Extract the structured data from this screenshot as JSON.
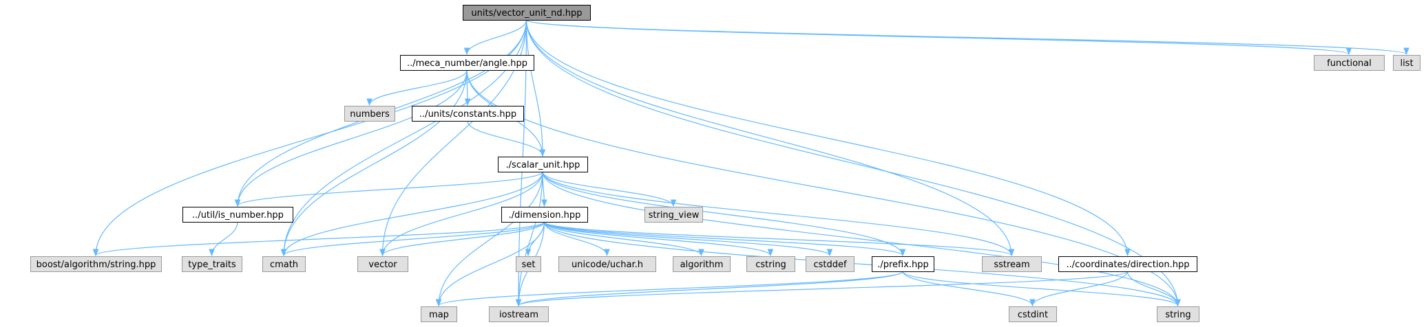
{
  "graph": {
    "colors": {
      "root_fill": "#999999",
      "project_fill": "#ffffff",
      "system_fill": "#e0e0e0",
      "border_dark": "#000000",
      "border_light": "#999999",
      "edge": "#63b8ff"
    },
    "nodes": [
      {
        "id": "vector_unit_nd",
        "label": "units/vector_unit_nd.hpp",
        "kind": "root"
      },
      {
        "id": "angle",
        "label": "../meca_number/angle.hpp",
        "kind": "project"
      },
      {
        "id": "functional",
        "label": "functional",
        "kind": "system"
      },
      {
        "id": "list",
        "label": "list",
        "kind": "system"
      },
      {
        "id": "numbers",
        "label": "numbers",
        "kind": "system"
      },
      {
        "id": "constants",
        "label": "../units/constants.hpp",
        "kind": "project"
      },
      {
        "id": "scalar_unit",
        "label": "./scalar_unit.hpp",
        "kind": "project"
      },
      {
        "id": "is_number",
        "label": "../util/is_number.hpp",
        "kind": "project"
      },
      {
        "id": "string_view",
        "label": "string_view",
        "kind": "system"
      },
      {
        "id": "dimension",
        "label": "./dimension.hpp",
        "kind": "project"
      },
      {
        "id": "boost_string",
        "label": "boost/algorithm/string.hpp",
        "kind": "system"
      },
      {
        "id": "type_traits",
        "label": "type_traits",
        "kind": "system"
      },
      {
        "id": "cmath",
        "label": "cmath",
        "kind": "system"
      },
      {
        "id": "vector",
        "label": "vector",
        "kind": "system"
      },
      {
        "id": "set",
        "label": "set",
        "kind": "system"
      },
      {
        "id": "uchar",
        "label": "unicode/uchar.h",
        "kind": "system"
      },
      {
        "id": "algorithm",
        "label": "algorithm",
        "kind": "system"
      },
      {
        "id": "cstring",
        "label": "cstring",
        "kind": "system"
      },
      {
        "id": "cstddef",
        "label": "cstddef",
        "kind": "system"
      },
      {
        "id": "prefix",
        "label": "./prefix.hpp",
        "kind": "project"
      },
      {
        "id": "sstream",
        "label": "sstream",
        "kind": "system"
      },
      {
        "id": "direction",
        "label": "../coordinates/direction.hpp",
        "kind": "project"
      },
      {
        "id": "map",
        "label": "map",
        "kind": "system"
      },
      {
        "id": "iostream",
        "label": "iostream",
        "kind": "system"
      },
      {
        "id": "cstdint",
        "label": "cstdint",
        "kind": "system"
      },
      {
        "id": "string",
        "label": "string",
        "kind": "system"
      }
    ],
    "edges": [
      [
        "vector_unit_nd",
        "angle"
      ],
      [
        "vector_unit_nd",
        "functional"
      ],
      [
        "vector_unit_nd",
        "list"
      ],
      [
        "vector_unit_nd",
        "scalar_unit"
      ],
      [
        "vector_unit_nd",
        "is_number"
      ],
      [
        "vector_unit_nd",
        "boost_string"
      ],
      [
        "vector_unit_nd",
        "cmath"
      ],
      [
        "vector_unit_nd",
        "vector"
      ],
      [
        "vector_unit_nd",
        "iostream"
      ],
      [
        "vector_unit_nd",
        "sstream"
      ],
      [
        "vector_unit_nd",
        "direction"
      ],
      [
        "vector_unit_nd",
        "string"
      ],
      [
        "angle",
        "numbers"
      ],
      [
        "angle",
        "constants"
      ],
      [
        "angle",
        "scalar_unit"
      ],
      [
        "angle",
        "is_number"
      ],
      [
        "angle",
        "cmath"
      ],
      [
        "angle",
        "string"
      ],
      [
        "constants",
        "scalar_unit"
      ],
      [
        "scalar_unit",
        "is_number"
      ],
      [
        "scalar_unit",
        "string_view"
      ],
      [
        "scalar_unit",
        "dimension"
      ],
      [
        "scalar_unit",
        "cmath"
      ],
      [
        "scalar_unit",
        "vector"
      ],
      [
        "scalar_unit",
        "map"
      ],
      [
        "scalar_unit",
        "iostream"
      ],
      [
        "scalar_unit",
        "prefix"
      ],
      [
        "scalar_unit",
        "sstream"
      ],
      [
        "scalar_unit",
        "string"
      ],
      [
        "is_number",
        "type_traits"
      ],
      [
        "dimension",
        "boost_string"
      ],
      [
        "dimension",
        "cmath"
      ],
      [
        "dimension",
        "vector"
      ],
      [
        "dimension",
        "set"
      ],
      [
        "dimension",
        "uchar"
      ],
      [
        "dimension",
        "algorithm"
      ],
      [
        "dimension",
        "cstring"
      ],
      [
        "dimension",
        "cstddef"
      ],
      [
        "dimension",
        "prefix"
      ],
      [
        "dimension",
        "sstream"
      ],
      [
        "dimension",
        "map"
      ],
      [
        "dimension",
        "iostream"
      ],
      [
        "dimension",
        "string"
      ],
      [
        "prefix",
        "map"
      ],
      [
        "prefix",
        "iostream"
      ],
      [
        "prefix",
        "cstdint"
      ],
      [
        "prefix",
        "string"
      ],
      [
        "direction",
        "iostream"
      ],
      [
        "direction",
        "cstdint"
      ],
      [
        "direction",
        "string"
      ]
    ]
  }
}
